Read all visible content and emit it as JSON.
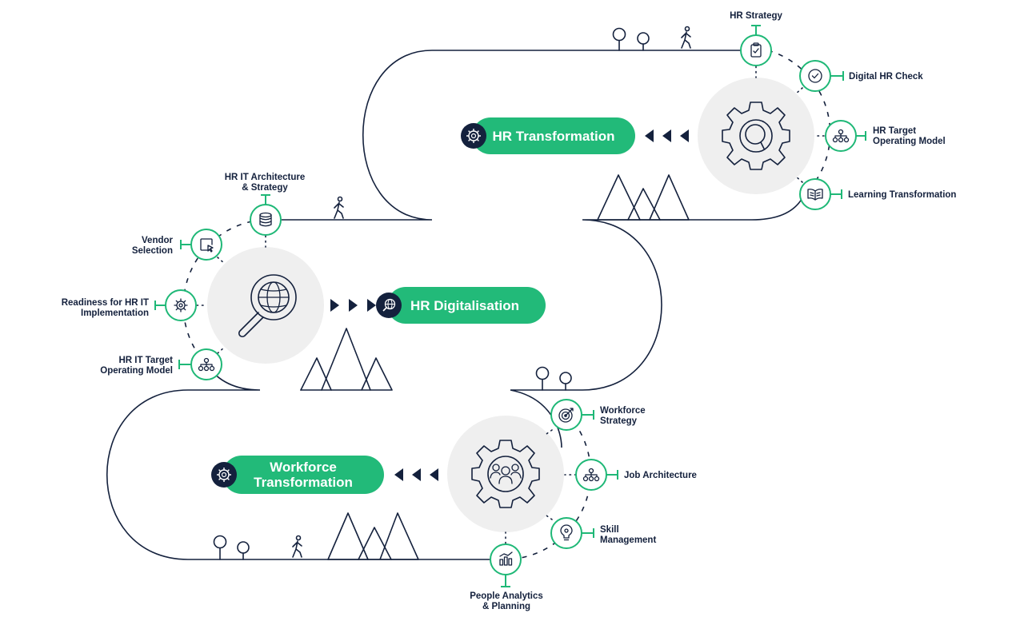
{
  "stages": {
    "hr_transformation": {
      "title": "HR Transformation",
      "steps": [
        "HR Strategy",
        "Digital HR Check",
        "HR Target Operating Model",
        "Learning Transformation"
      ]
    },
    "hr_digitalisation": {
      "title": "HR Digitalisation",
      "steps": [
        "HR IT Architecture & Strategy",
        "Vendor Selection",
        "Readiness for HR IT Implementation",
        "HR IT Target Operating Model"
      ]
    },
    "workforce_transformation": {
      "title_line1": "Workforce",
      "title_line2": "Transformation",
      "steps": [
        "Workforce Strategy",
        "Job Architecture",
        "Skill Management",
        "People Analytics & Planning"
      ]
    }
  },
  "labels": {
    "hr_strategy": "HR Strategy",
    "digital_hr_check": "Digital HR Check",
    "hr_tom_1": "HR Target",
    "hr_tom_2": "Operating Model",
    "learning_transformation": "Learning Transformation",
    "hr_it_arch_1": "HR IT Architecture",
    "hr_it_arch_2": "& Strategy",
    "vendor_1": "Vendor",
    "vendor_2": "Selection",
    "readiness_1": "Readiness for HR IT",
    "readiness_2": "Implementation",
    "hr_it_tom_1": "HR IT Target",
    "hr_it_tom_2": "Operating Model",
    "workforce_strategy_1": "Workforce",
    "workforce_strategy_2": "Strategy",
    "job_architecture": "Job Architecture",
    "skill_1": "Skill",
    "skill_2": "Management",
    "people_1": "People Analytics",
    "people_2": "& Planning"
  },
  "colors": {
    "accent_green": "#22ba79",
    "ring_green": "#1fb877",
    "navy": "#14213d",
    "disc_gray": "#efefef"
  },
  "icons": {
    "hr_transformation": "gear-magnifier-icon",
    "hr_digitalisation": "globe-magnifier-icon",
    "workforce_transformation": "gear-people-icon"
  }
}
